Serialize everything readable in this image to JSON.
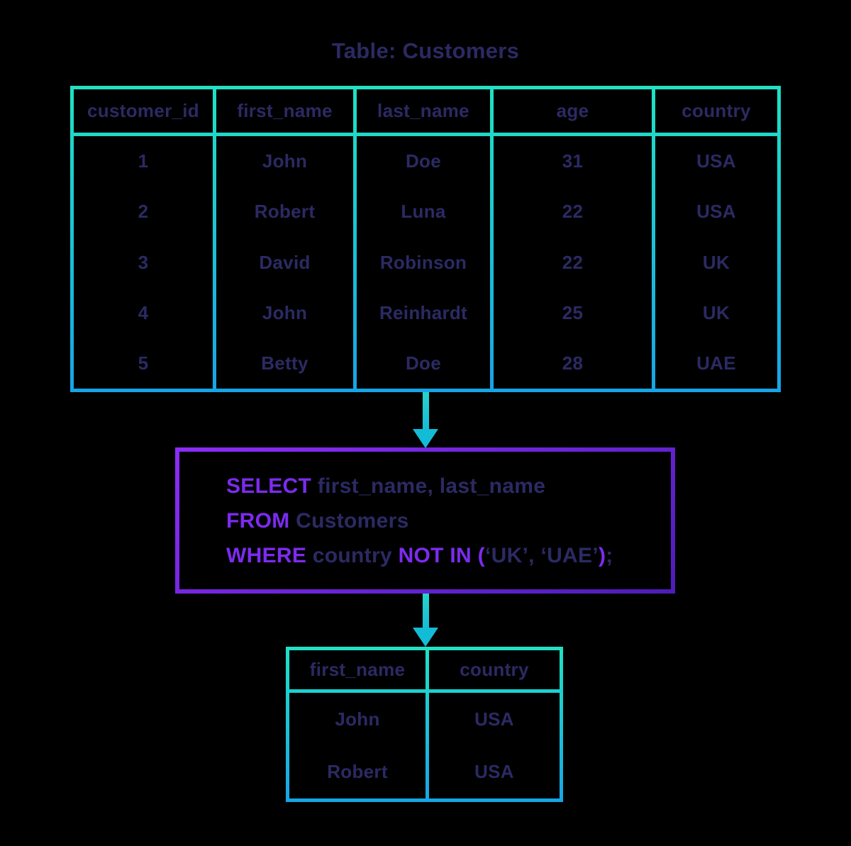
{
  "colors": {
    "background": "#000000",
    "navy": "#2b2a63",
    "purple": "#7c2bf0",
    "cyanTop": "#1fe2c4",
    "cyanBottom": "#16a4e6",
    "purpleTop": "#8c2cf4",
    "purpleBottom": "#4e1cba",
    "arrowTop": "#27d3cb",
    "arrowBottom": "#13bcd6"
  },
  "title": "Table: Customers",
  "source_table": {
    "headers": [
      "customer_id",
      "first_name",
      "last_name",
      "age",
      "country"
    ],
    "rows": [
      [
        "1",
        "John",
        "Doe",
        "31",
        "USA"
      ],
      [
        "2",
        "Robert",
        "Luna",
        "22",
        "USA"
      ],
      [
        "3",
        "David",
        "Robinson",
        "22",
        "UK"
      ],
      [
        "4",
        "John",
        "Reinhardt",
        "25",
        "UK"
      ],
      [
        "5",
        "Betty",
        "Doe",
        "28",
        "UAE"
      ]
    ]
  },
  "query": {
    "line1": {
      "keyword": "SELECT",
      "rest": " first_name, last_name"
    },
    "line2": {
      "keyword": "FROM",
      "rest": " Customers"
    },
    "line3": {
      "keyword1": "WHERE",
      "column": " country ",
      "keyword2": "NOT IN",
      "open_paren": " (",
      "values": "‘UK’, ‘UAE’",
      "close_paren": ")",
      "semicolon": ";"
    }
  },
  "result_table": {
    "headers": [
      "first_name",
      "country"
    ],
    "rows": [
      [
        "John",
        "USA"
      ],
      [
        "Robert",
        "USA"
      ]
    ]
  }
}
